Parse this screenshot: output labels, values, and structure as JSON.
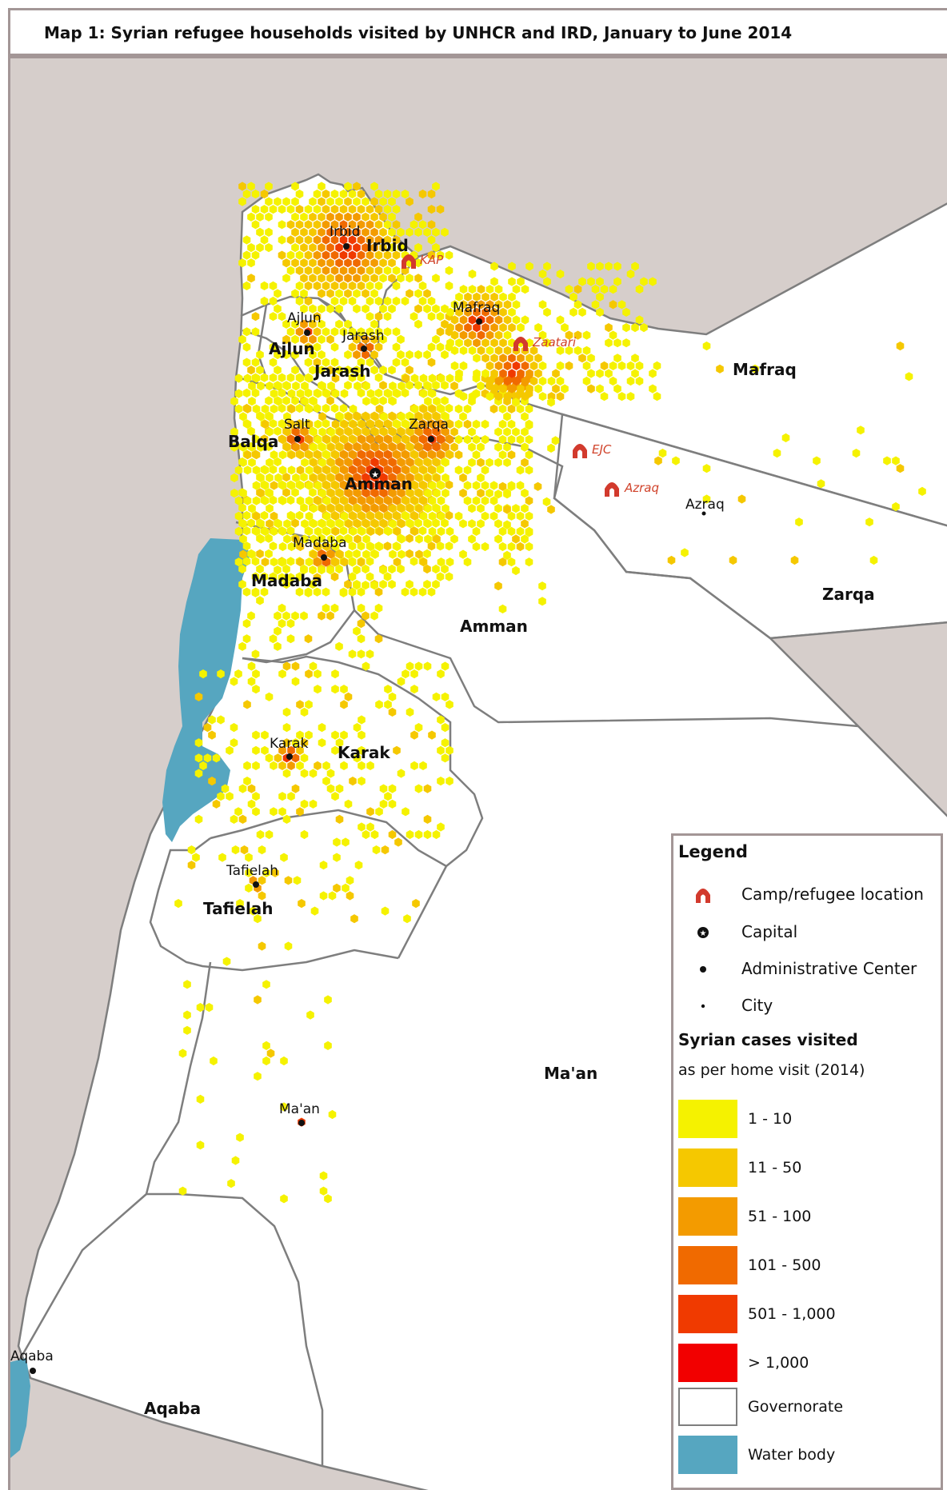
{
  "title": "Map 1: Syrian refugee households visited by UNHCR and IRD, January to June 2014",
  "colors": {
    "background": "#d6cecb",
    "land": "#ffffff",
    "border": "#7e7e7e",
    "water": "#56a6c0",
    "camp": "#d23a2d"
  },
  "governorates": [
    "Irbid",
    "Ajlun",
    "Jarash",
    "Mafraq",
    "Balqa",
    "Zarqa",
    "Amman",
    "Madaba",
    "Karak",
    "Tafielah",
    "Ma'an",
    "Aqaba"
  ],
  "cities": [
    "Irbid",
    "Ajlun",
    "Jarash",
    "Mafraq",
    "Salt",
    "Zarqa",
    "Amman",
    "Madaba",
    "Azraq",
    "Karak",
    "Tafielah",
    "Ma'an",
    "Aqaba"
  ],
  "camps": [
    "KAP",
    "Zaatari",
    "EJC",
    "Azraq"
  ],
  "legend": {
    "title": "Legend",
    "symbols": [
      {
        "label": "Camp/refugee location",
        "icon": "camp-icon"
      },
      {
        "label": "Capital",
        "icon": "capital-star-icon"
      },
      {
        "label": "Administrative Center",
        "icon": "admin-center-dot-icon"
      },
      {
        "label": "City",
        "icon": "city-dot-icon"
      }
    ],
    "cases_title": "Syrian cases visited",
    "cases_note": "as per home visit (2014)",
    "classes": [
      {
        "label": "1 - 10",
        "color": "#f5f200"
      },
      {
        "label": "11 - 50",
        "color": "#f5c800"
      },
      {
        "label": "51 - 100",
        "color": "#f39b00"
      },
      {
        "label": "101 - 500",
        "color": "#f06a00"
      },
      {
        "label": "501 - 1,000",
        "color": "#f03a00"
      },
      {
        "label": "> 1,000",
        "color": "#f20000"
      }
    ],
    "governorate_label": "Governorate",
    "water_label": "Water body"
  }
}
